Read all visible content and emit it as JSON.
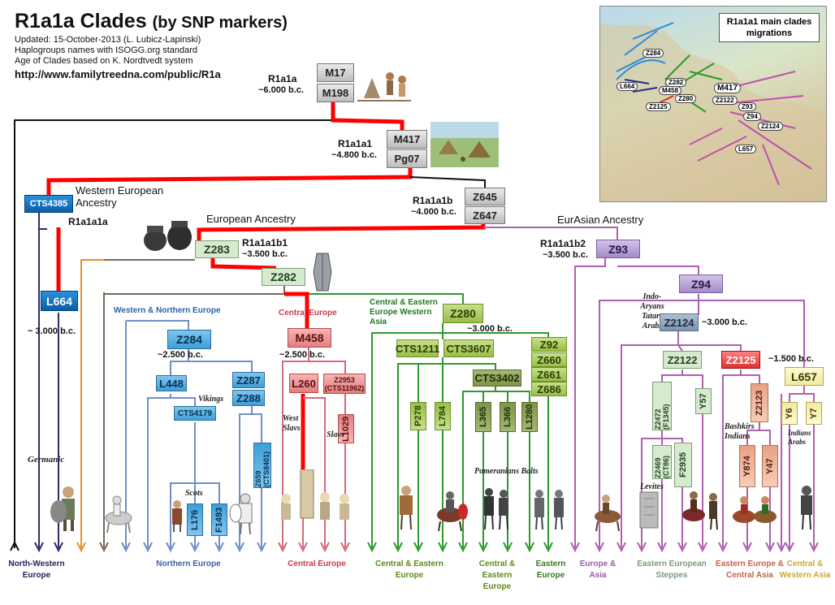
{
  "header": {
    "title": "R1a1a Clades",
    "subtitle": "(by SNP markers)",
    "updated": "Updated: 15-October-2013 (L. Lubicz-Lapinski)",
    "naming": "Haplogroups names with ISOGG.org standard",
    "age_basis": "Age of Clades based on K. Nordtvedt system",
    "url": "http://www.familytreedna.com/public/R1a"
  },
  "map": {
    "legend": "R1a1a1 main clades migrations",
    "nodes": [
      "Z284",
      "L664",
      "M458",
      "Z280",
      "M417",
      "Z2122",
      "Z93",
      "Z94",
      "Z2124",
      "L657",
      "Z282",
      "Z2125"
    ]
  },
  "nodes": {
    "root": {
      "label": "R1a1a",
      "age": "~6.000 b.c.",
      "snps": [
        "M17",
        "M198"
      ]
    },
    "r1a1a1": {
      "label": "R1a1a1",
      "age": "~4.800 b.c.",
      "snps": [
        "M417",
        "Pg07"
      ]
    },
    "r1a1a1b": {
      "label": "R1a1a1b",
      "age": "~4.000 b.c.",
      "snps": [
        "Z645",
        "Z647"
      ]
    },
    "cts4385": {
      "snp": "CTS4385"
    },
    "western_ancestry": "Western European Ancestry",
    "r1a1a1a": "R1a1a1a",
    "l664": {
      "snp": "L664",
      "age": "~ 3.000 b.c."
    },
    "european_ancestry": "European Ancestry",
    "eurasian_ancestry": "EurAsian Ancestry",
    "z283": {
      "snp": "Z283",
      "label": "R1a1a1b1",
      "age": "~3.500 b.c."
    },
    "z282": {
      "snp": "Z282"
    },
    "z93": {
      "snp": "Z93",
      "label": "R1a1a1b2",
      "age": "~3.500 b.c."
    },
    "z94": {
      "snp": "Z94"
    },
    "z284": {
      "snp": "Z284",
      "region": "Western & Northern Europe",
      "age": "~2.500 b.c."
    },
    "m458": {
      "snp": "M458",
      "region": "Central Europe",
      "age": "~2.500 b.c."
    },
    "z280": {
      "snp": "Z280",
      "region": "Central & Eastern Europe Western Asia",
      "age": "~3.000 b.c."
    },
    "z2124": {
      "snp": "Z2124",
      "region": "Indo-Aryans Tatars Arabs",
      "age": "~3.000 b.c."
    },
    "l657": {
      "snp": "L657",
      "age": "~1.500 b.c."
    },
    "l448": "L448",
    "z287": "Z287",
    "z288": "Z288",
    "cts4179": "CTS4179",
    "l176": "L176",
    "f1493": "F1493",
    "z659": "Z659 (CTS8401)",
    "l260": "L260",
    "z2953": "Z2953 (CTS11962)",
    "l1029": "L1029",
    "cts1211": "CTS1211",
    "cts3607": "CTS3607",
    "z92_group": [
      "Z92",
      "Z660",
      "Z661",
      "Z686"
    ],
    "cts3402": "CTS3402",
    "p278": "P278",
    "l784": "L784",
    "l365": "L365",
    "l366": "L366",
    "l1280": "L1280",
    "z2122": "Z2122",
    "z2125": "Z2125",
    "z2472": "Z2472 (F1345)",
    "y57": "Y57",
    "z2123": "Z2123",
    "z2469": "Z2469 (CT86)",
    "f2935": "F2935",
    "y874": "Y874",
    "y47": "Y47",
    "y6": "Y6",
    "y7": "Y7"
  },
  "annotations": {
    "vikings": "Vikings",
    "scots": "Scots",
    "germanic": "Germanic",
    "west_slavs": "West Slavs",
    "slavs": "Slavs",
    "pomeranians_balts": "Pomeranians Balts",
    "levites": "Levites",
    "bashkirs": "Bashkirs Indians",
    "indians_arabs": "Indians Arabs"
  },
  "bottom_labels": [
    "North-Western Europe",
    "Northern Europe",
    "Central Europe",
    "Central & Eastern Europe",
    "Central & Eastern Europe",
    "Eastern Europe",
    "Europe & Asia",
    "Eastern European Steppes",
    "Eastern Europe & Central Asia",
    "Central & Western Asia"
  ],
  "colors": {
    "black": "#111111",
    "navy": "#2c2c6e",
    "orange": "#e8902a",
    "brown": "#7a6a5a",
    "blue": "#6f8fc8",
    "red": "#e24a4a",
    "thick_red": "#ff0000",
    "pink": "#d46a7a",
    "green": "#2d9a2d",
    "olive": "#6a8a2a",
    "purple": "#b060b0"
  }
}
